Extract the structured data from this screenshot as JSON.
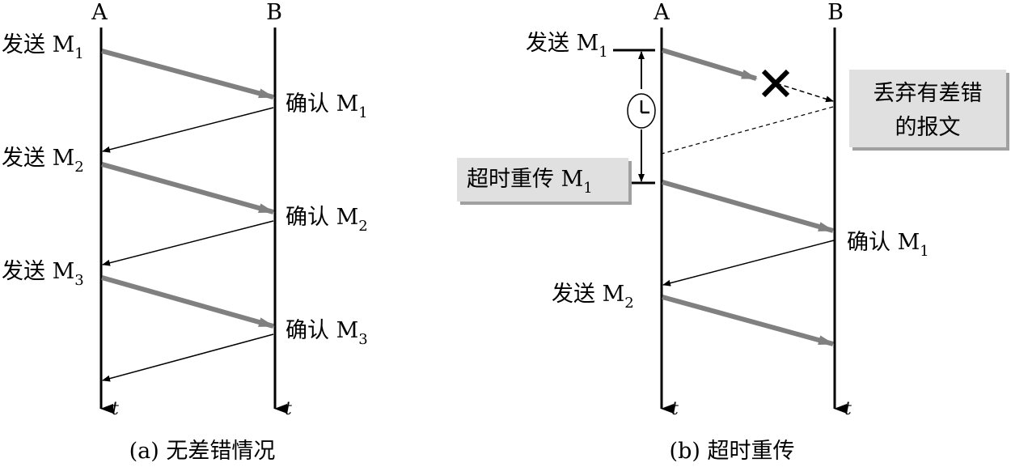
{
  "panel_a": {
    "host_a": "A",
    "host_b": "B",
    "time_label": "t",
    "send_prefix": "发送 M",
    "confirm_prefix": "确认 M",
    "subs": [
      "1",
      "2",
      "3"
    ],
    "caption": "(a) 无差错情况"
  },
  "panel_b": {
    "host_a": "A",
    "host_b": "B",
    "time_label": "t",
    "send1_prefix": "发送 M",
    "send1_sub": "1",
    "retransmit_prefix": "超时重传 M",
    "retransmit_sub": "1",
    "discard_line1": "丢弃有差错",
    "discard_line2": "的报文",
    "confirm_prefix": "确认 M",
    "confirm_sub": "1",
    "send2_prefix": "发送 M",
    "send2_sub": "2",
    "caption": "(b) 超时重传"
  },
  "colors": {
    "data_arrow": "#808080",
    "box_fill": "#e0e0e0",
    "box_shadow": "#a0a0a0"
  }
}
